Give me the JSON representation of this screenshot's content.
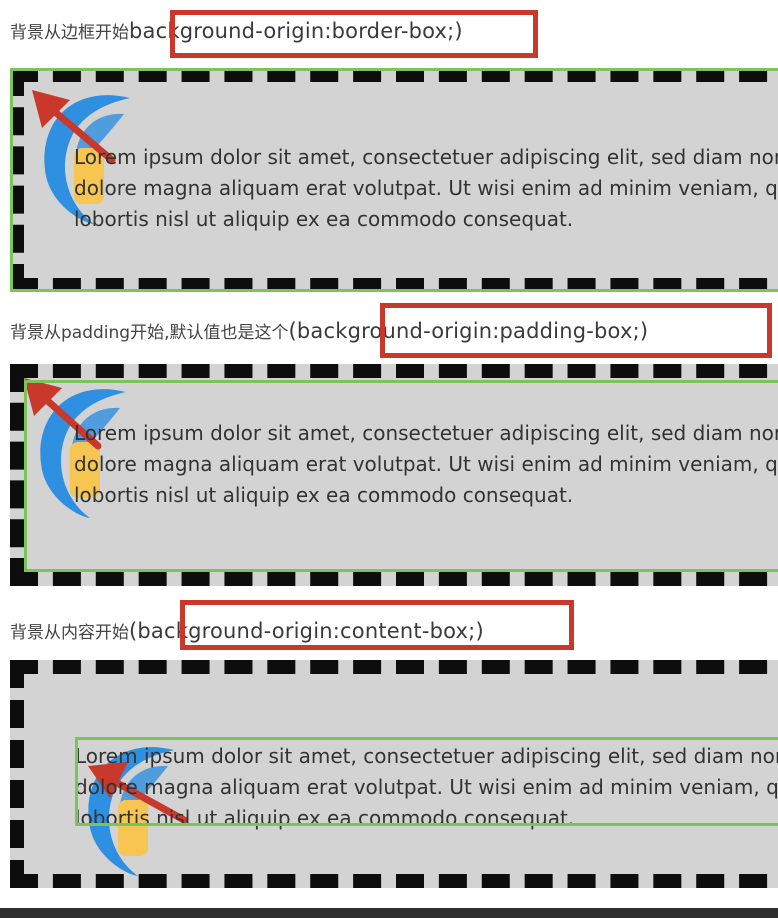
{
  "colors": {
    "highlight_red": "#c8392b",
    "outline_green": "#7cc45a",
    "demo_background": "#d3d3d3",
    "dashed_border": "#0d0d0d",
    "logo_blue": "#2f8fe0",
    "logo_yellow": "#f6c552"
  },
  "sections": [
    {
      "label": "背景从边框开始",
      "code": "background-origin:border-box;)",
      "lines": [
        "Lorem ipsum dolor sit amet, consectetuer adipiscing elit, sed diam nonummy nibh euismod tincidunt ut laoreet",
        "dolore magna aliquam erat volutpat. Ut wisi enim ad minim veniam, quis nostrud exerci tation ullamcorper suscipit",
        "lobortis nisl ut aliquip ex ea commodo consequat."
      ],
      "logo_icon": "logo-icon",
      "arrow_icon": "red-arrow-icon"
    },
    {
      "label": "背景从padding开始,默认值也是这个",
      "code": "(background-origin:padding-box;)",
      "lines": [
        "Lorem ipsum dolor sit amet, consectetuer adipiscing elit, sed diam nonummy nibh euismod tincidunt ut laoreet",
        "dolore magna aliquam erat volutpat. Ut wisi enim ad minim veniam, quis nostrud exerci tation ullamcorper suscipit",
        "lobortis nisl ut aliquip ex ea commodo consequat."
      ],
      "logo_icon": "logo-icon",
      "arrow_icon": "red-arrow-icon"
    },
    {
      "label": "背景从内容开始",
      "code": "(background-origin:content-box;)",
      "lines": [
        "Lorem ipsum dolor sit amet, consectetuer adipiscing elit, sed diam nonummy nibh euismod tincidunt ut laoreet",
        "dolore magna aliquam erat volutpat. Ut wisi enim ad minim veniam, quis nostrud exerci tation ullamcorper suscipit",
        "lobortis nisl ut aliquip ex ea commodo consequat."
      ],
      "logo_icon": "logo-icon",
      "arrow_icon": "red-arrow-icon"
    }
  ]
}
